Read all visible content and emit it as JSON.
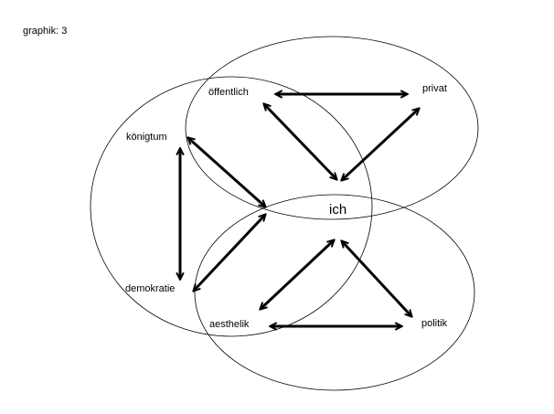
{
  "title": "graphik: 3",
  "nodes": {
    "center": "ich",
    "oeffentlich": "öffentlich",
    "privat": "privat",
    "koenigtum": "königtum",
    "demokratie": "demokratie",
    "aesthelik": "aesthelik",
    "politik": "politik"
  },
  "edges": [
    [
      "öffentlich",
      "privat"
    ],
    [
      "öffentlich",
      "ich"
    ],
    [
      "privat",
      "ich"
    ],
    [
      "königtum",
      "ich"
    ],
    [
      "königtum",
      "demokratie"
    ],
    [
      "demokratie",
      "ich"
    ],
    [
      "aesthelik",
      "ich"
    ],
    [
      "ich",
      "politik"
    ],
    [
      "aesthelik",
      "politik"
    ]
  ]
}
